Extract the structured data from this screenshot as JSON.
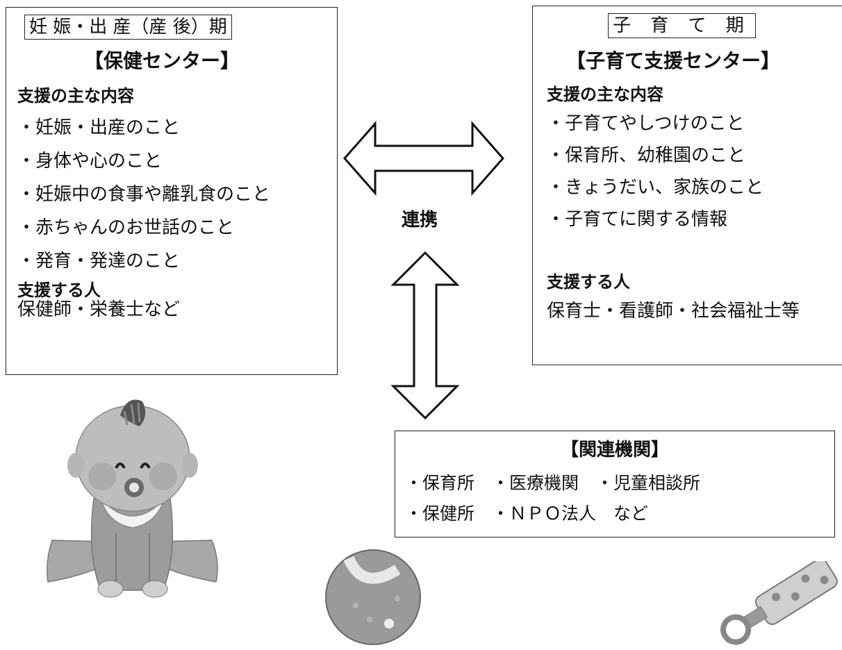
{
  "left_box": {
    "period_label": "妊 娠・出 産（産 後）期",
    "center": "【保健センター】",
    "support_heading": "支援の主な内容",
    "items": [
      "・妊娠・出産のこと",
      "・身体や心のこと",
      "・妊娠中の食事や離乳食のこと",
      "・赤ちゃんのお世話のこと",
      "・発育・発達のこと"
    ],
    "people_heading": "支援する人",
    "people": "保健師・栄養士など"
  },
  "right_box": {
    "period_label": "子 育 て 期",
    "center": "【子育て支援センター】",
    "support_heading": "支援の主な内容",
    "items": [
      "・子育てやしつけのこと",
      "・保育所、幼稚園のこと",
      "・きょうだい、家族のこと",
      "・子育てに関する情報"
    ],
    "people_heading": "支援する人",
    "people": "保育士・看護師・社会福祉士等"
  },
  "link_label": "連携",
  "related_box": {
    "title": "【関連機関】",
    "row1": "・保育所　・医療機関　・児童相談所",
    "row2": "・保健所　・ＮＰＯ法人　など"
  },
  "colors": {
    "border": "#222222",
    "illustration_gray": "#9a9a9a",
    "illustration_dark": "#5a5a5a"
  }
}
